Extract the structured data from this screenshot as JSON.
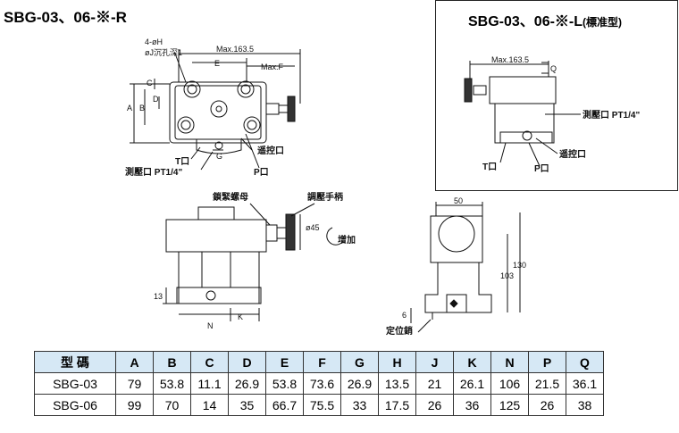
{
  "titles": {
    "left": "SBG-03、06-※-R",
    "right_main": "SBG-03、06-※-L",
    "right_suffix": "(標准型)"
  },
  "labels": {
    "holes": "4-øH",
    "counterbore": "øJ沉孔深1",
    "max_length": "Max.163.5",
    "dim_e": "E",
    "max_f": "Max.F",
    "dim_c": "C",
    "dim_d": "D",
    "dim_a": "A",
    "dim_b": "B",
    "t_port": "T口",
    "g_dim": "G",
    "remote_port": "遥控口",
    "gauge_port": "測壓口 PT1/4\"",
    "p_port": "P口",
    "lock_nut": "鎖緊螺母",
    "adjust_handle": "調壓手柄",
    "diameter_45": "ø45",
    "increase": "增加",
    "dim_13": "13",
    "dim_k": "K",
    "dim_n": "N",
    "dim_50": "50",
    "dim_103": "103",
    "dim_130": "130",
    "dim_6": "6",
    "locating_pin": "定位銷",
    "inset_max": "Max.163.5",
    "inset_q": "Q",
    "inset_gauge": "測壓口 PT1/4\"",
    "inset_remote": "遥控口",
    "inset_t": "T口",
    "inset_p": "P口"
  },
  "table": {
    "header_model": "型 碼",
    "columns": [
      "A",
      "B",
      "C",
      "D",
      "E",
      "F",
      "G",
      "H",
      "J",
      "K",
      "N",
      "P",
      "Q"
    ],
    "rows": [
      {
        "model": "SBG-03",
        "values": [
          "79",
          "53.8",
          "11.1",
          "26.9",
          "53.8",
          "73.6",
          "26.9",
          "13.5",
          "21",
          "26.1",
          "106",
          "21.5",
          "36.1"
        ]
      },
      {
        "model": "SBG-06",
        "values": [
          "99",
          "70",
          "14",
          "35",
          "66.7",
          "75.5",
          "33",
          "17.5",
          "26",
          "36",
          "125",
          "26",
          "38"
        ]
      }
    ]
  },
  "colors": {
    "header_bg": "#d6e8f5",
    "line": "#111111"
  }
}
